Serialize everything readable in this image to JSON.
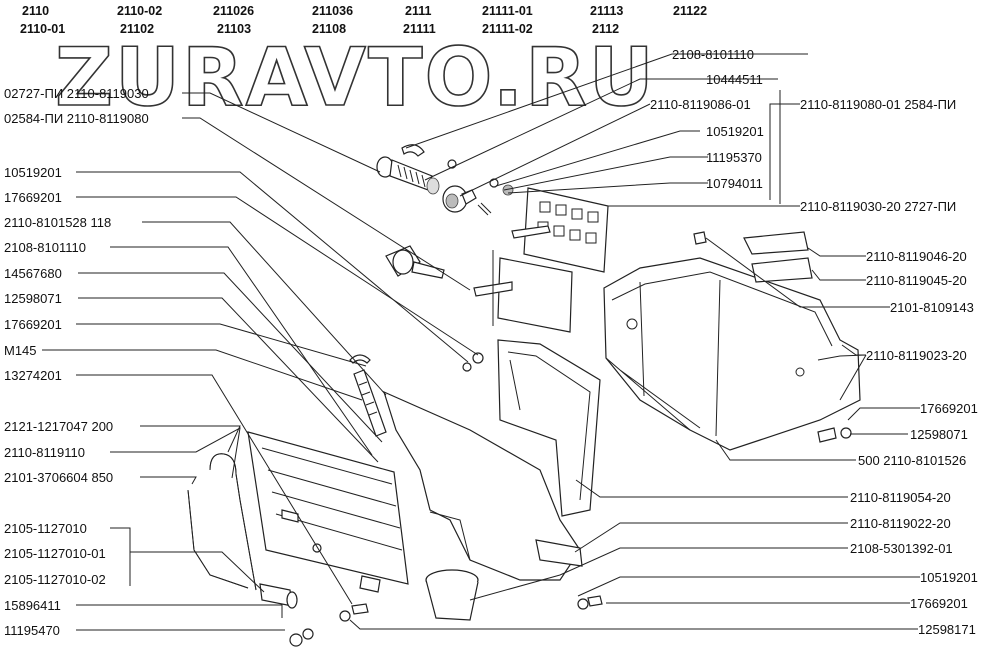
{
  "header_models": {
    "row1": [
      "2110",
      "2110-02",
      "211026",
      "211036",
      "2111",
      "21111-01",
      "21113",
      "21122"
    ],
    "row2": [
      "2110-01",
      "21102",
      "21103",
      "21108",
      "21111",
      "21111-02",
      "2112"
    ]
  },
  "watermark": "ZURAVTO.RU",
  "left_labels": [
    "02727-ПИ 2110-8119030",
    "02584-ПИ 2110-8119080",
    "10519201",
    "17669201",
    "2110-8101528 118",
    "2108-8101110",
    "14567680",
    "12598071",
    "17669201",
    "М145",
    "13274201",
    "2121-1217047 200",
    "2110-8119110",
    "2101-3706604 850",
    "2105-1127010",
    "2105-1127010-01",
    "2105-1127010-02",
    "15896411",
    "11195470"
  ],
  "right_labels": [
    "2108-8101110",
    "10444511",
    "2110-8119086-01",
    "2110-8119080-01 2584-ПИ",
    "10519201",
    "11195370",
    "10794011",
    "2110-8119030-20 2727-ПИ",
    "2110-8119046-20",
    "2110-8119045-20",
    "2101-8109143",
    "2110-8119023-20",
    "17669201",
    "12598071",
    "500 2110-8101526",
    "2110-8119054-20",
    "2110-8119022-20",
    "2108-5301392-01",
    "10519201",
    "17669201",
    "12598171"
  ]
}
